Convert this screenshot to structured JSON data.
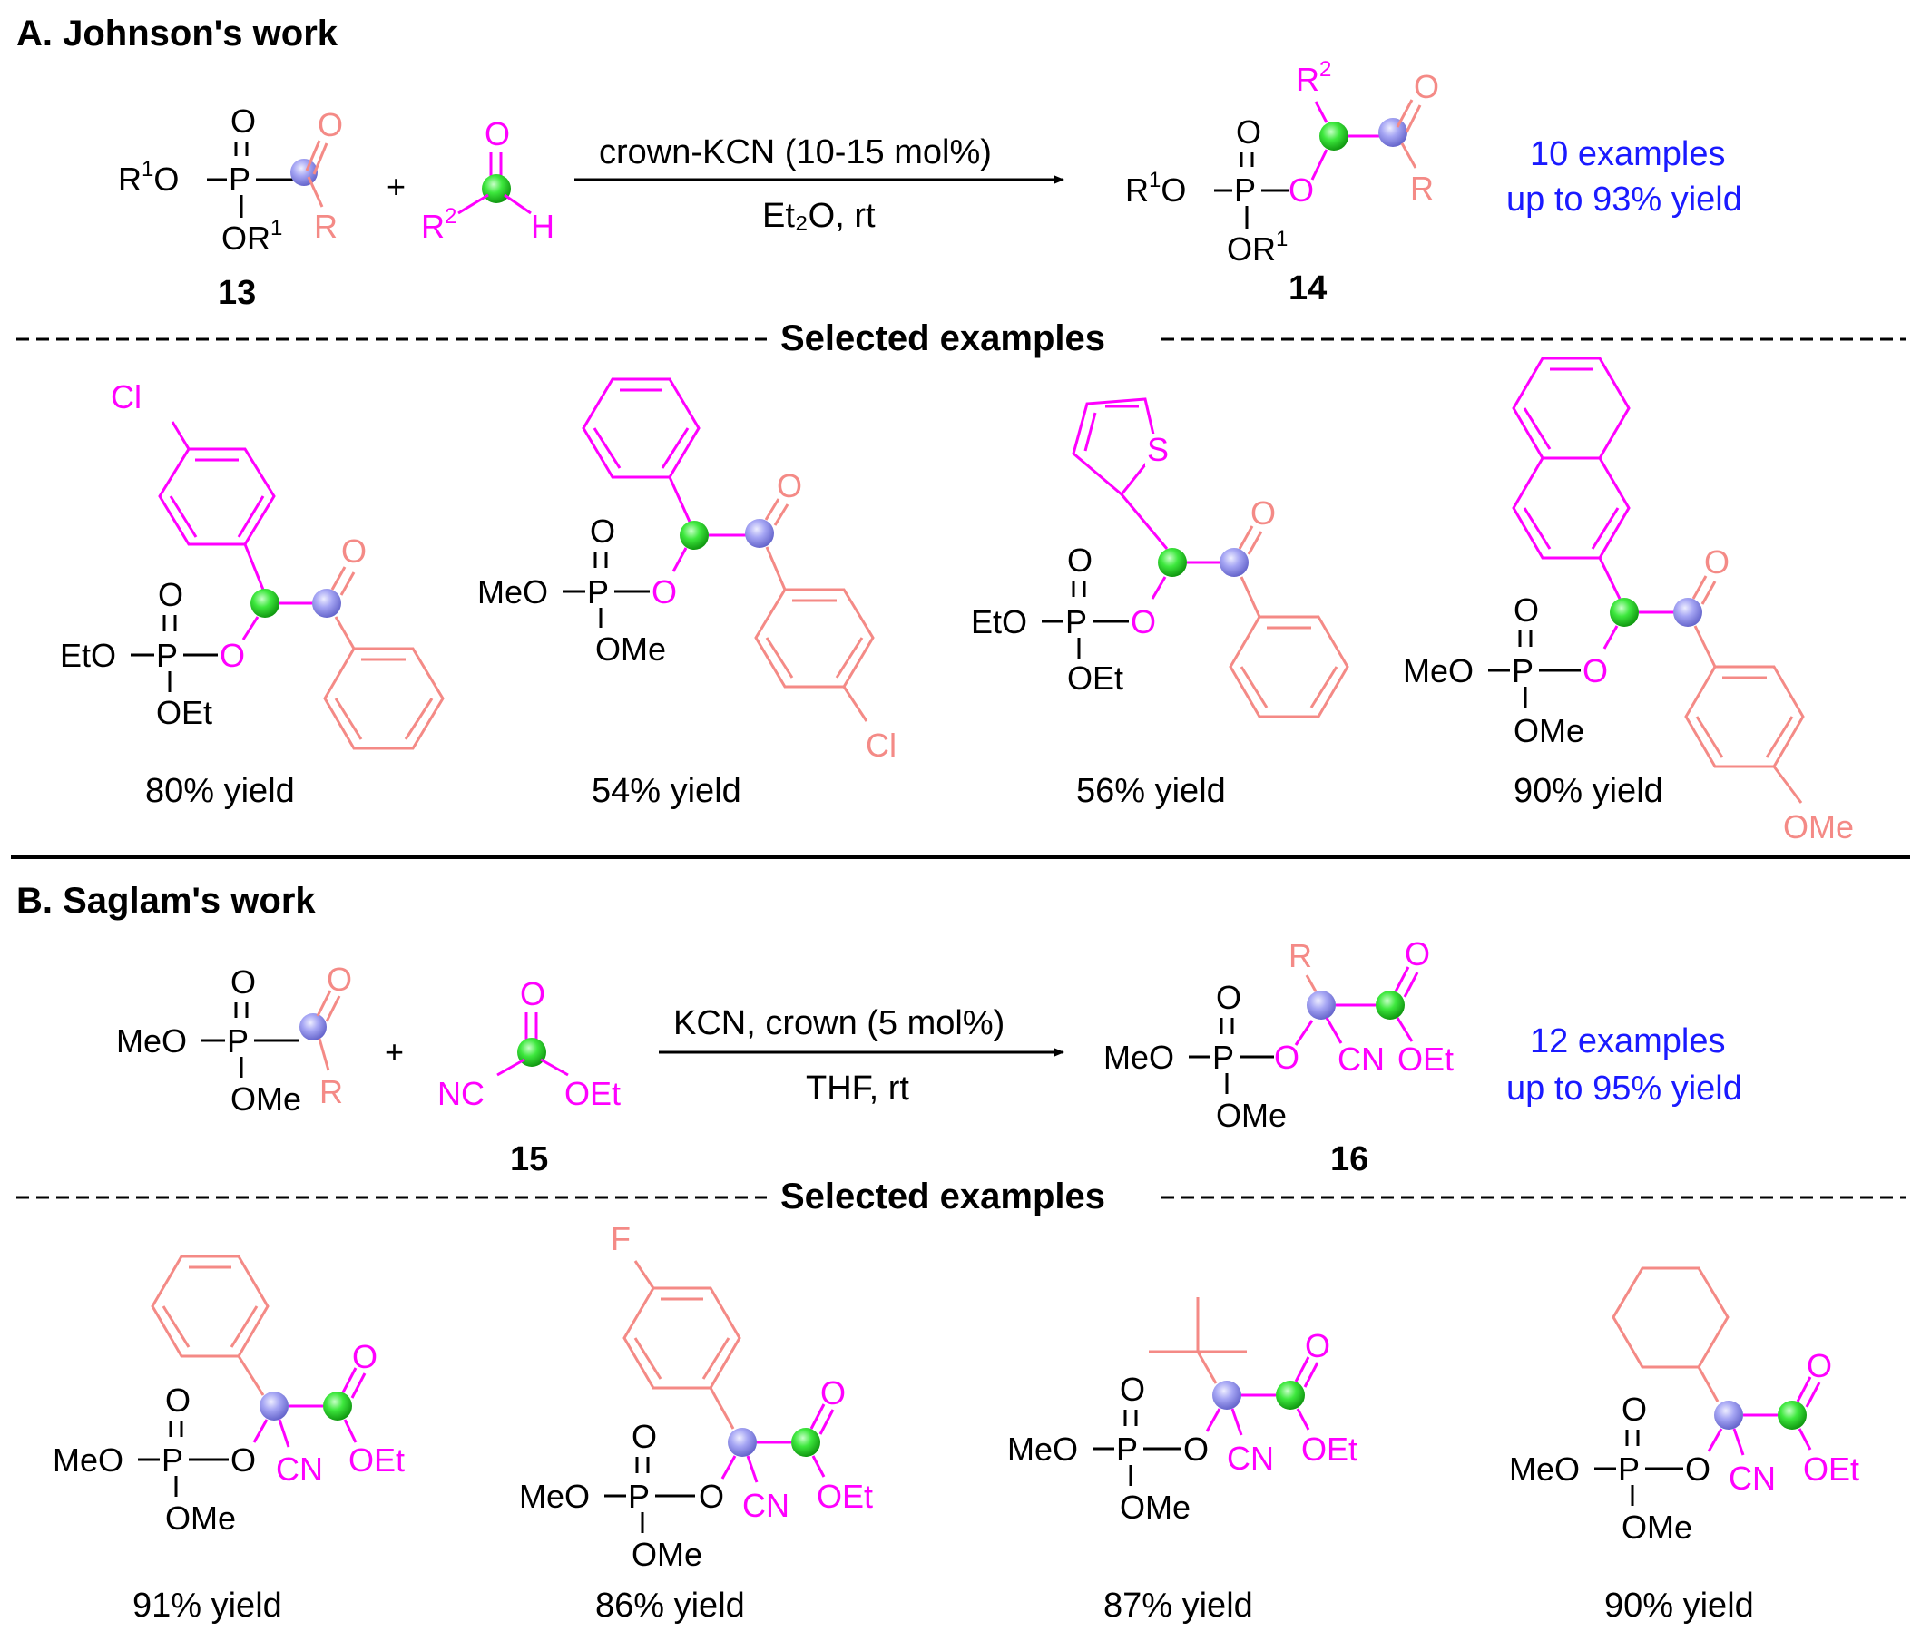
{
  "section_a": {
    "heading": "A. Johnson's work",
    "reaction": {
      "condition_top": "crown-KCN (10-15 mol%)",
      "condition_bottom": "Et₂O, rt",
      "reactant_number": "13",
      "product_number": "14",
      "plus": "+",
      "summary_line1": "10 examples",
      "summary_line2": "up to 93% yield"
    },
    "selected_label": "Selected examples",
    "examples": [
      {
        "yield": "80% yield"
      },
      {
        "yield": "54% yield"
      },
      {
        "yield": "56% yield"
      },
      {
        "yield": "90% yield"
      }
    ]
  },
  "section_b": {
    "heading": "B. Saglam's work",
    "reaction": {
      "condition_top": "KCN, crown (5 mol%)",
      "condition_bottom": "THF, rt",
      "reagent_number": "15",
      "product_number": "16",
      "plus": "+",
      "summary_line1": "12 examples",
      "summary_line2": "up to 95% yield"
    },
    "selected_label": "Selected examples",
    "examples": [
      {
        "yield": "91% yield"
      },
      {
        "yield": "86% yield"
      },
      {
        "yield": "87% yield"
      },
      {
        "yield": "90% yield"
      }
    ]
  },
  "atom_labels": {
    "O": "O",
    "P": "P",
    "H": "H",
    "R": "R",
    "R1": "R",
    "R2": "R",
    "sup1": "1",
    "sup2": "2",
    "OR1": "OR",
    "R1O": "R",
    "MeO": "MeO",
    "OMe": "OMe",
    "EtO": "EtO",
    "OEt": "OEt",
    "Cl": "Cl",
    "S": "S",
    "F": "F",
    "NC": "NC",
    "CN": "CN"
  },
  "colors": {
    "black": "#000000",
    "magenta": "#ff00ff",
    "salmon": "#f48a86",
    "blue_text": "#1a1aff",
    "green_dot": "#22dd22",
    "blue_dot": "#8c8cf0"
  }
}
